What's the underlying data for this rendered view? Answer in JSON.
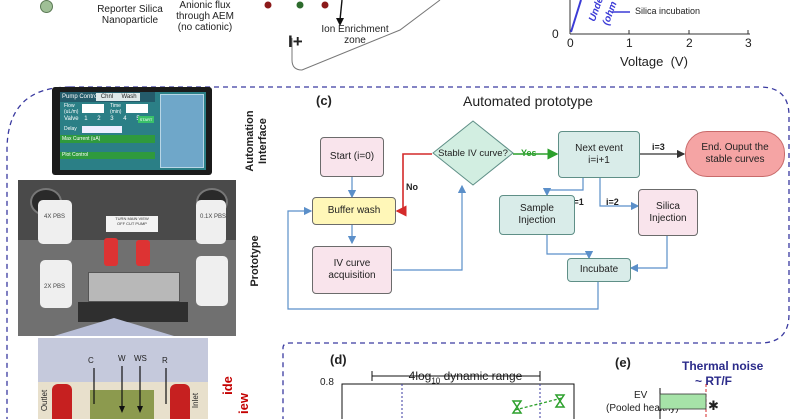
{
  "top_left": {
    "reporter_label": "Reporter Silica\nNanoparticle",
    "flux_label": "Anionic flux\nthrough AEM\n(no cationic)",
    "enrichment_label": "Ion Enrichment\nzone",
    "electrode_label": "I+"
  },
  "top_chart": {
    "legend": "Silica incubation",
    "side_text": "Unde",
    "side_text2": "(ohm",
    "xlabel": "Voltage  (V)",
    "xticks": [
      "0",
      "1",
      "2",
      "3"
    ],
    "yticks": [
      "0"
    ]
  },
  "panel_c": {
    "letter": "(c)",
    "title": "Automated prototype",
    "label_interface": "Automation\nInterface",
    "label_prototype": "Prototype",
    "start": "Start (i=0)",
    "stable": "Stable IV curve?",
    "yes": "Yes",
    "no": "No",
    "next_event": "Next event\ni=i+1",
    "i3": "i=3",
    "end": "End. Ouput the\nstable curves",
    "buffer": "Buffer wash",
    "i1": "i=1",
    "i2": "i=2",
    "sample": "Sample\nInjection",
    "silica": "Silica\nInjection",
    "iv": "IV curve\nacquisition",
    "incubate": "Incubate"
  },
  "tablet": {
    "pump_control": "Pump Control",
    "channel": "Chnl",
    "wash": "Wash",
    "flow": "Flow\n(uL/m)",
    "time": "Time\n(min)",
    "valve": "Valve",
    "valve_nums": [
      "1",
      "2",
      "3",
      "4",
      "5"
    ],
    "start": "START",
    "delay": "Delay",
    "max_current": "Max Current (uA)",
    "plot_control": "Plot Control"
  },
  "photo_labels": {
    "bottle1": "4X PBS",
    "bottle2": "0.1X PBS",
    "bottle3": "2X PBS",
    "sign": "TURN MAIN VIEW\nOFF CUT PUMP"
  },
  "chip": {
    "outlet": "Outlet",
    "inlet": "Inlet",
    "c": "C",
    "w": "W",
    "ws": "WS",
    "r": "R",
    "side1": "ide",
    "side2": "iew"
  },
  "panel_d": {
    "letter": "(d)",
    "range_label": "4log",
    "range_sub": "10",
    "range_rest": " dynamic range",
    "ytick": "0.8"
  },
  "panel_e": {
    "letter": "(e)",
    "thermal": "Thermal noise",
    "rt": "~ RT/F",
    "ev": "EV",
    "pooled": "(Pooled healthy)"
  }
}
